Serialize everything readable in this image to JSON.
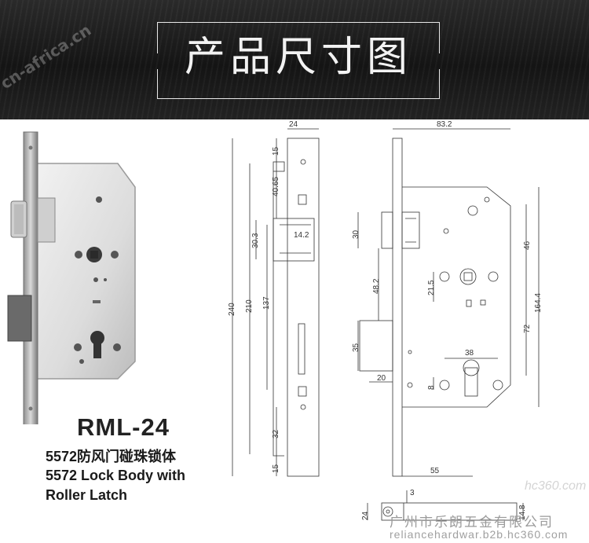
{
  "banner": {
    "title": "产品尺寸图",
    "watermark": "cn-africa.cn"
  },
  "product": {
    "model": "RML-24",
    "name_cn": "5572防风门碰珠锁体",
    "name_en_line1": "5572 Lock Body with",
    "name_en_line2": "Roller Latch"
  },
  "dimensions": {
    "side_width": "24",
    "face_total": "240",
    "face_fix": "210",
    "latch_to_bolt": "137",
    "top_edge": "15",
    "top_hole": "40.65",
    "latch_h": "30.3",
    "latch_w": "14.2",
    "bottom_hole": "32",
    "bottom_edge": "15",
    "body_width": "83.2",
    "roller_h": "30",
    "roller_to_spindle": "46",
    "latch_to_spindle": "48.2",
    "spindle_small": "21.5",
    "body_height": "164.4",
    "spindle_to_cyl": "72",
    "deadbolt_h": "35",
    "deadbolt_proj": "20",
    "cyl_spacing": "38",
    "cyl_small": "8",
    "backset": "55",
    "plan_proj": "3",
    "plan_width": "24",
    "plan_thick": "14.8"
  },
  "footer": {
    "company": "广州市乐朗五金有限公司",
    "site": "reliancehardwar.b2b.hc360.com",
    "watermark2": "hc360.com"
  }
}
